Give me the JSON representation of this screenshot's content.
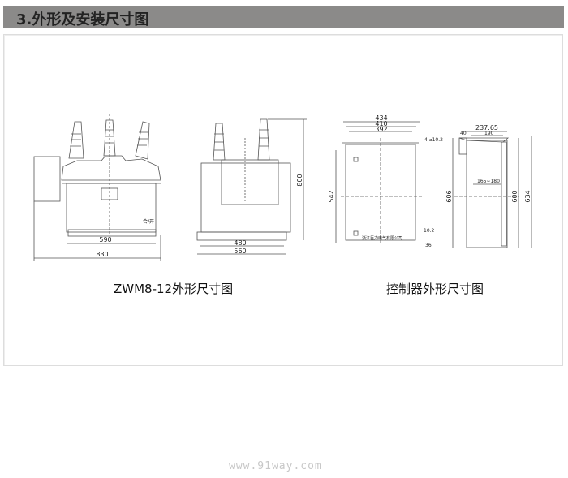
{
  "section_title": "3.外形及安装尺寸图",
  "captions": {
    "left": "ZWM8-12外形尺寸图",
    "right": "控制器外形尺寸图"
  },
  "front_view": {
    "dims": [
      "590",
      "830"
    ],
    "label": "合/开"
  },
  "side_view": {
    "dims": [
      "480",
      "560",
      "800"
    ]
  },
  "controller_front": {
    "dims": [
      "434",
      "410",
      "392",
      "542",
      "4-⌀10.2",
      "10.2",
      "36"
    ],
    "company": "浙江巨力电气有限公司"
  },
  "controller_side": {
    "dims": [
      "237.65",
      "40",
      "190",
      "165~180",
      "606",
      "600",
      "634"
    ]
  },
  "watermark": "www.91way.com"
}
